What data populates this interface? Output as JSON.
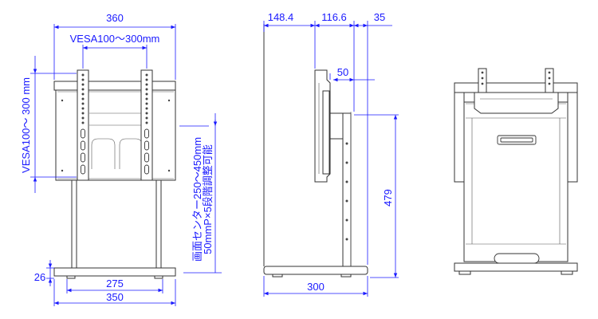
{
  "front_view": {
    "width_top": "360",
    "vesa_horizontal": "VESA100～300mm",
    "vesa_vertical": "VESA100～ 300 mm",
    "center_height_note_1": "画面センター250～450mm",
    "center_height_note_2": "50mmP×5段階調整可能",
    "base_height": "26",
    "base_inner_width": "275",
    "base_outer_width": "350"
  },
  "side_view": {
    "depth_front": "148.4",
    "depth_middle": "116.6",
    "depth_rear": "35",
    "offset": "50",
    "column_height": "479",
    "base_depth": "300"
  },
  "colors": {
    "dimension": "#1a1aff",
    "outline": "#333333"
  }
}
